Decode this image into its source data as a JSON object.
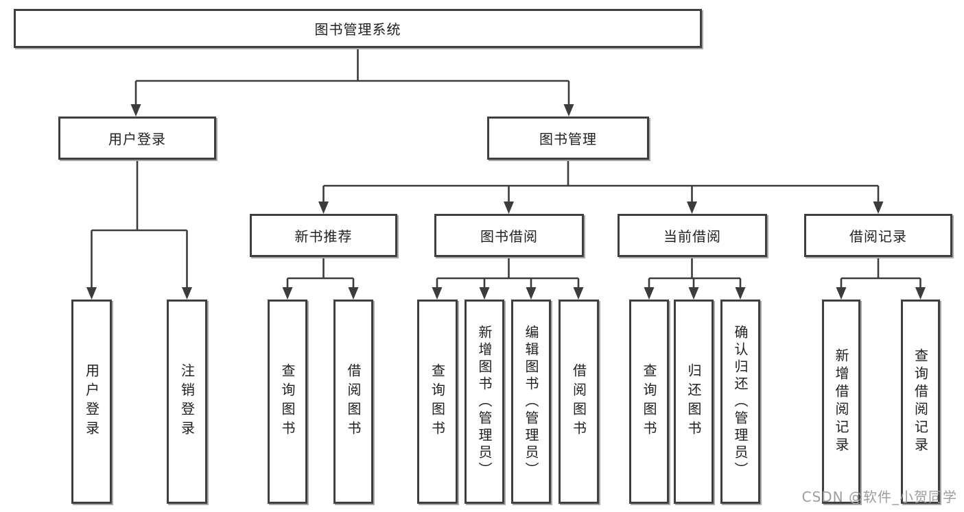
{
  "tree": {
    "root": {
      "label": "图书管理系统"
    },
    "children": [
      {
        "label": "用户登录",
        "children": [
          {
            "label": "用户登录"
          },
          {
            "label": "注销登录"
          }
        ]
      },
      {
        "label": "图书管理",
        "children": [
          {
            "label": "新书推荐",
            "children": [
              {
                "label": "查询图书"
              },
              {
                "label": "借阅图书"
              }
            ]
          },
          {
            "label": "图书借阅",
            "children": [
              {
                "label": "查询图书"
              },
              {
                "label": "新增图书（管理员）"
              },
              {
                "label": "编辑图书（管理员）"
              },
              {
                "label": "借阅图书"
              }
            ]
          },
          {
            "label": "当前借阅",
            "children": [
              {
                "label": "查询图书"
              },
              {
                "label": "归还图书"
              },
              {
                "label": "确认归还（管理员）"
              }
            ]
          },
          {
            "label": "借阅记录",
            "children": [
              {
                "label": "新增借阅记录"
              },
              {
                "label": "查询借阅记录"
              }
            ]
          }
        ]
      }
    ]
  },
  "watermark": {
    "text": "CSDN @软件_小贺同学",
    "color": "#9d9d9d"
  },
  "colors": {
    "line": "#3c3c3c",
    "box_border": "#3f3f3f",
    "box_fill": "#ffffff",
    "text": "#1f1f1f",
    "background": "#ffffff"
  }
}
